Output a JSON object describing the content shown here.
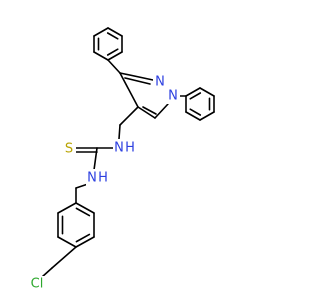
{
  "molecule": {
    "atoms": {
      "n_pyrazole_2": {
        "symbol": "N",
        "color": "#2c3fe0"
      },
      "n_pyrazole_1": {
        "symbol": "N",
        "color": "#2c3fe0"
      },
      "s_thio": {
        "symbol": "S",
        "color": "#b8a300"
      },
      "nh_upper": {
        "symbol": "N",
        "h": "H",
        "color": "#2c3fe0"
      },
      "nh_lower": {
        "symbol": "N",
        "h": "H",
        "color": "#2c3fe0"
      },
      "cl": {
        "symbol": "Cl",
        "color": "#2ea82e"
      }
    }
  }
}
